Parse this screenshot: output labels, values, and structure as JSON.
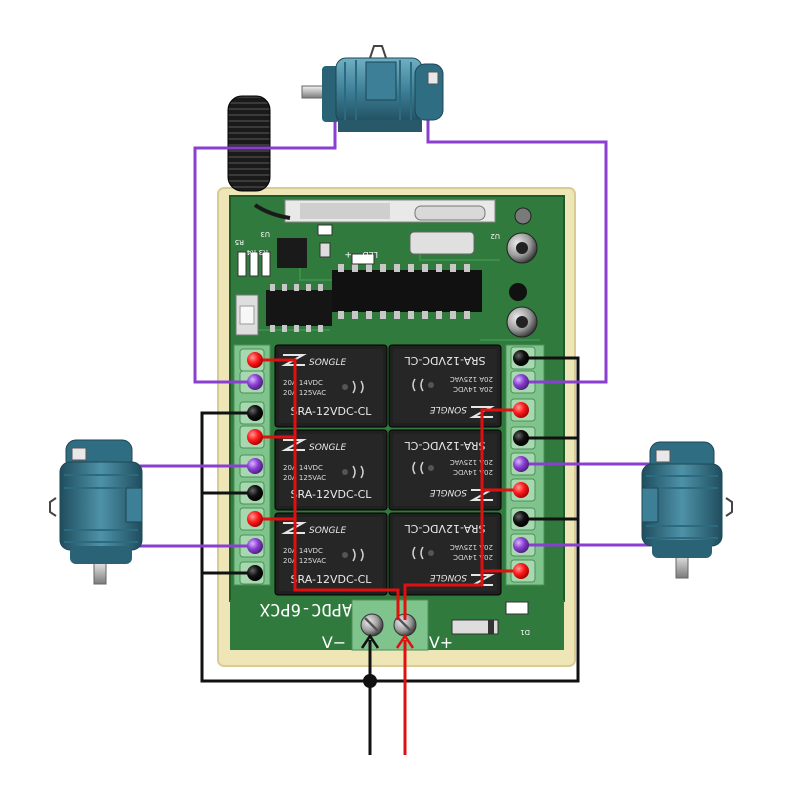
{
  "colors": {
    "background": "#ffffff",
    "pcb_green": "#2f7a3c",
    "pcb_light": "#3d9150",
    "casing": "#efe6b8",
    "relay_body": "#202020",
    "terminal_block": "#7fc48c",
    "motor_blue": "#3d7f96",
    "wire_purple": "#8a3fd1",
    "wire_black": "#111111",
    "wire_red": "#e01010",
    "dot_red": "#ff1a1a",
    "dot_purple": "#8a3fd1",
    "dot_black": "#111111"
  },
  "board": {
    "model_label": "APDC-6PCX",
    "v_minus_label": "V−",
    "v_plus_label": "V+",
    "led_label": "LED",
    "plus_label": "+",
    "r5_label": "R5",
    "r4_label": "R4",
    "r3_label": "R3",
    "u3_label": "U3",
    "u2_label": "U2",
    "d1_label": "D1"
  },
  "relays": [
    {
      "brand": "SONGLE",
      "rating_1": "20A 14VDC",
      "rating_2": "20A 125VAC",
      "model": "SRA-12VDC-CL"
    },
    {
      "brand": "SONGLE",
      "rating_1": "20A 14VDC",
      "rating_2": "20A 125VAC",
      "model": "SRA-12VDC-CL"
    },
    {
      "brand": "SONGLE",
      "rating_1": "20A 14VDC",
      "rating_2": "20A 125VAC",
      "model": "SRA-12VDC-CL"
    },
    {
      "brand": "SONGLE",
      "rating_1": "20A 14VDC",
      "rating_2": "20A 125VAC",
      "model": "SRA-12VDC-CL"
    },
    {
      "brand": "SONGLE",
      "rating_1": "20A 14VDC",
      "rating_2": "20A 125VAC",
      "model": "SRA-12VDC-CL"
    },
    {
      "brand": "SONGLE",
      "rating_1": "20A 14VDC",
      "rating_2": "20A 125VAC",
      "model": "SRA-12VDC-CL"
    }
  ],
  "terminals": {
    "left": [
      "red",
      "purple",
      "black",
      "red",
      "purple",
      "black",
      "red",
      "purple",
      "black"
    ],
    "right": [
      "black",
      "purple",
      "red",
      "black",
      "purple",
      "red",
      "black",
      "purple",
      "red"
    ]
  },
  "motors": [
    {
      "position": "top",
      "icon": "motor-icon"
    },
    {
      "position": "left",
      "icon": "motor-icon"
    },
    {
      "position": "right",
      "icon": "motor-icon"
    }
  ],
  "icons": {
    "antenna": "antenna-icon",
    "motor": "motor-icon",
    "relay": "relay-icon",
    "ul_mark": "ul-mark-icon"
  }
}
